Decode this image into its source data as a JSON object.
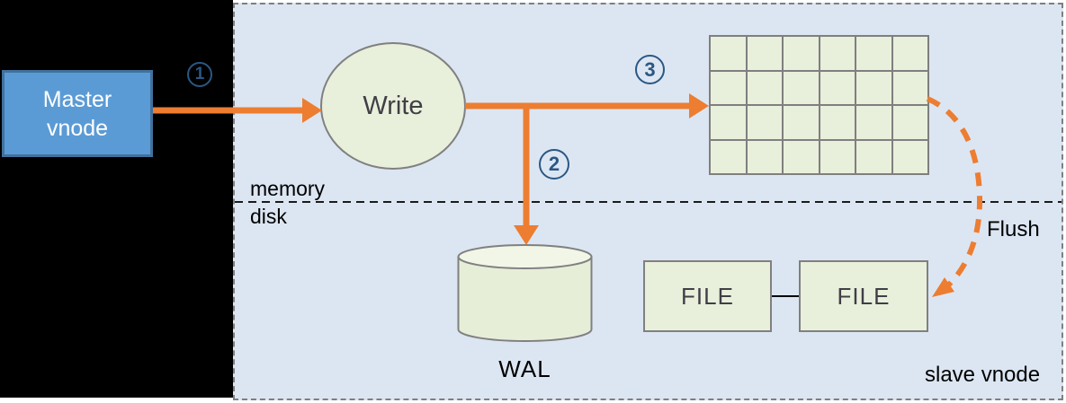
{
  "nodes": {
    "master": {
      "label": "Master vnode"
    },
    "write": {
      "label": "Write"
    },
    "wal": {
      "label": "WAL"
    },
    "file_left": {
      "label": "FILE"
    },
    "file_right": {
      "label": "FILE"
    }
  },
  "labels": {
    "memory": "memory",
    "disk": "disk",
    "flush": "Flush",
    "slave_vnode": "slave vnode"
  },
  "steps": [
    {
      "label": "1"
    },
    {
      "label": "2"
    },
    {
      "label": "3"
    }
  ],
  "memtable_grid": {
    "rows": 4,
    "cols": 6
  },
  "colors": {
    "arrow_orange": "#ed7d31",
    "panel_bg": "#dce6f2",
    "panel_border": "#7f7f7f",
    "node_green_fill": "#e8efdb",
    "node_green_border": "#808080",
    "master_fill": "#5b9bd5",
    "master_border": "#41719c",
    "step_badge_blue": "#2a5784",
    "canvas_black": "#000000"
  }
}
